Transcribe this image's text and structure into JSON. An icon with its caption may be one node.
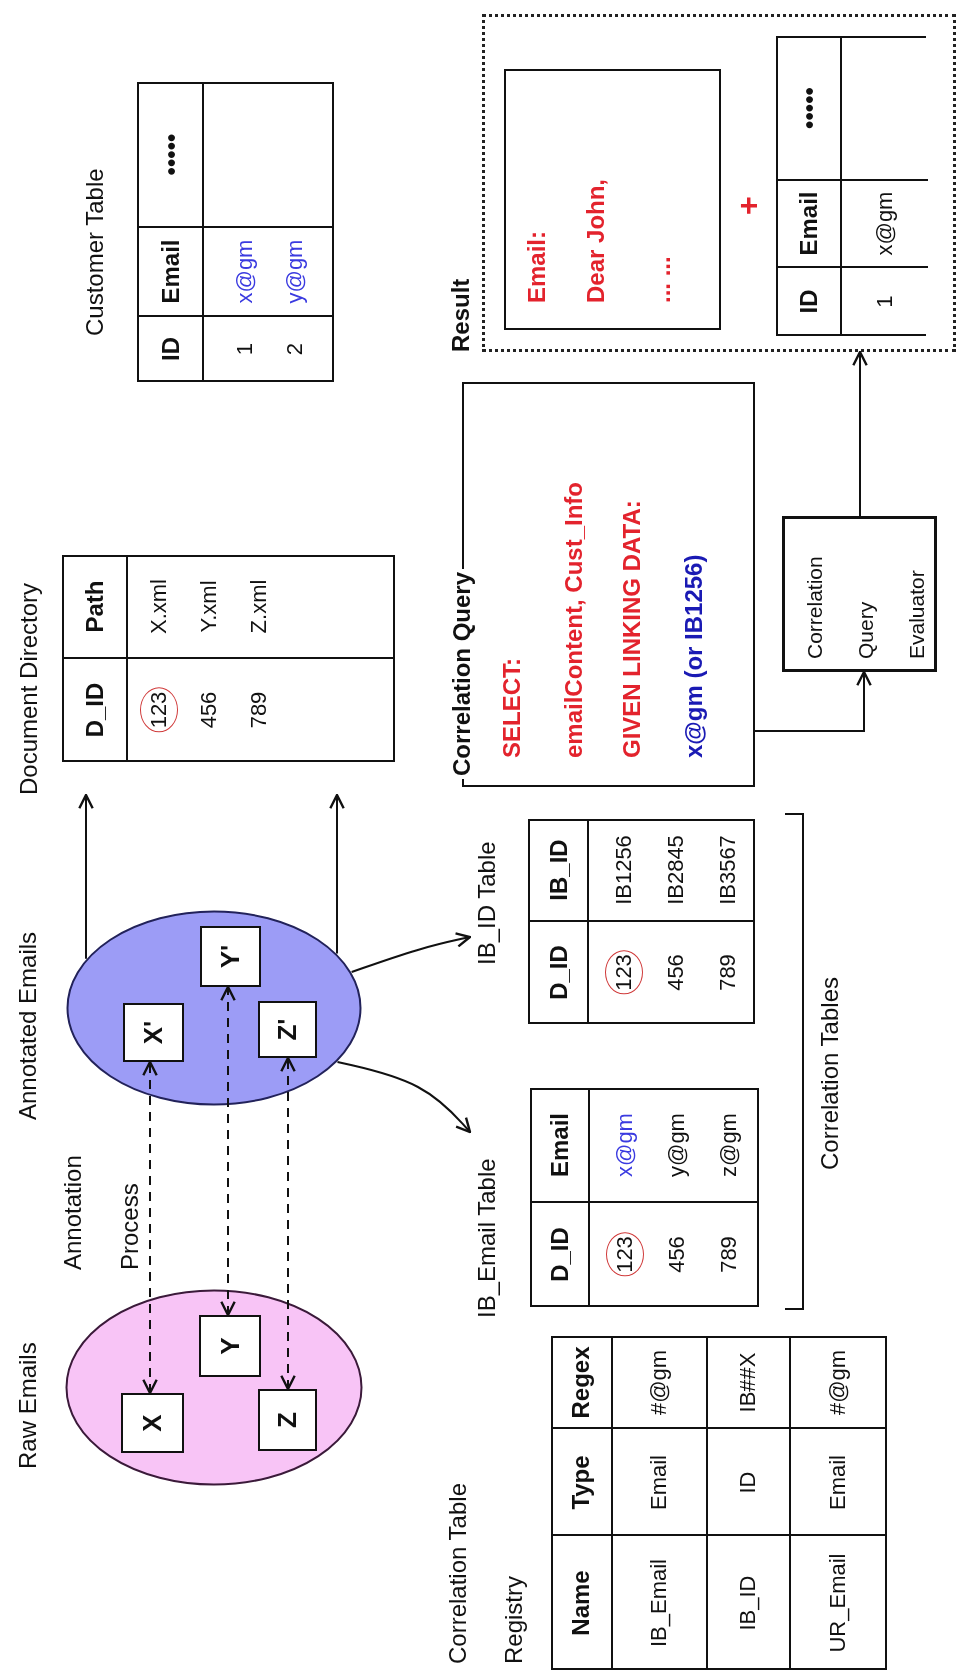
{
  "diagram": {
    "nodes": [
      {
        "text": [
          "Raw Emails"
        ]
      },
      {
        "text": [
          "X"
        ],
        "in": 0
      },
      {
        "text": [
          "Y"
        ],
        "in": 0
      },
      {
        "text": [
          "Z"
        ],
        "in": 0
      },
      {
        "text": [
          "Annotated Emails"
        ]
      },
      {
        "text": [
          "X'"
        ],
        "in": 4
      },
      {
        "text": [
          "Y'"
        ],
        "in": 4
      },
      {
        "text": [
          "Z'"
        ],
        "in": 4
      },
      {
        "text": [
          "Document Directory",
          "D_ID",
          "Path",
          "123",
          "X.xml",
          "456",
          "Y.xml",
          "789",
          "Z.xml"
        ]
      },
      {
        "text": [
          "Customer Table",
          "ID",
          "Email",
          "•••••",
          "1",
          "x@gm",
          "2",
          "y@gm"
        ]
      },
      {
        "text": [
          "Correlation Table Registry",
          "Name",
          "Type",
          "Regex",
          "IB_Email",
          "Email",
          "#@gm",
          "IB_ID",
          "ID",
          "IB##X",
          "UR_Email",
          "Email",
          "#@gm"
        ]
      },
      {
        "text": [
          "IB_Email Table",
          "D_ID",
          "Email",
          "123",
          "x@gm",
          "456",
          "y@gm",
          "789",
          "z@gm"
        ]
      },
      {
        "text": [
          "IB_ID Table",
          "D_ID",
          "IB_ID",
          "123",
          "IB1256",
          "456",
          "IB2845",
          "789",
          "IB3567"
        ]
      },
      {
        "text": [
          "Correlation Query",
          "SELECT:",
          "emailContent, Cust_Info",
          "GIVEN LINKING DATA:",
          "x@gm (or IB1256)"
        ]
      },
      {
        "text": [
          "Correlation Query Evaluator"
        ]
      },
      {
        "text": [
          "Result"
        ]
      },
      {
        "text": [
          "Email:",
          "Dear John,",
          "... ..."
        ],
        "in": 15
      },
      {
        "text": [
          "ID",
          "Email",
          "•••••",
          "1",
          "x@gm"
        ],
        "in": 15
      }
    ],
    "edges": [
      {
        "from": 1,
        "to": 5,
        "arrow": "both",
        "style": "dashed"
      },
      {
        "from": 2,
        "to": 6,
        "arrow": "both",
        "style": "dashed"
      },
      {
        "from": 3,
        "to": 7,
        "arrow": "both",
        "style": "dashed"
      },
      {
        "from": 4,
        "to": 8,
        "arrow": "to"
      },
      {
        "from": 4,
        "to": 8,
        "arrow": "to"
      },
      {
        "from": 4,
        "to": 12,
        "arrow": "to"
      },
      {
        "from": 4,
        "to": 11,
        "arrow": "to"
      },
      {
        "from": 13,
        "to": 14,
        "arrow": "to"
      },
      {
        "from": 14,
        "to": 15,
        "arrow": "to"
      }
    ],
    "labels": [
      "Annotation Process",
      "Correlation Tables",
      "+"
    ]
  }
}
